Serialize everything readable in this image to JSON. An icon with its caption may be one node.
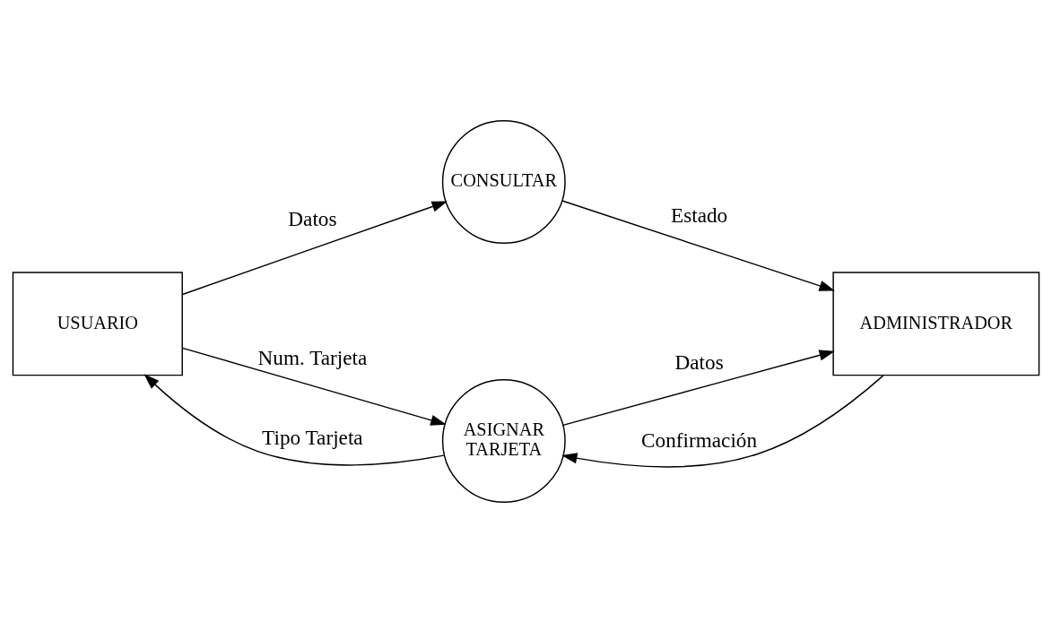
{
  "diagram": {
    "nodes": [
      {
        "text": [
          "USUARIO"
        ]
      },
      {
        "text": [
          "CONSULTAR"
        ]
      },
      {
        "text": [
          "ADMINISTRADOR"
        ]
      },
      {
        "text": [
          "ASIGNAR TARJETA"
        ]
      }
    ],
    "edges": [
      {
        "from": 0,
        "to": 1,
        "arrow": "to",
        "label": "Datos"
      },
      {
        "from": 1,
        "to": 2,
        "arrow": "to",
        "label": "Estado"
      },
      {
        "from": 0,
        "to": 3,
        "arrow": "to",
        "label": "Num. Tarjeta"
      },
      {
        "from": 3,
        "to": 2,
        "arrow": "to",
        "label": "Datos"
      },
      {
        "from": 2,
        "to": 3,
        "arrow": "to",
        "label": "Confirmación"
      },
      {
        "from": 3,
        "to": 0,
        "arrow": "to",
        "label": "Tipo Tarjeta"
      }
    ]
  }
}
